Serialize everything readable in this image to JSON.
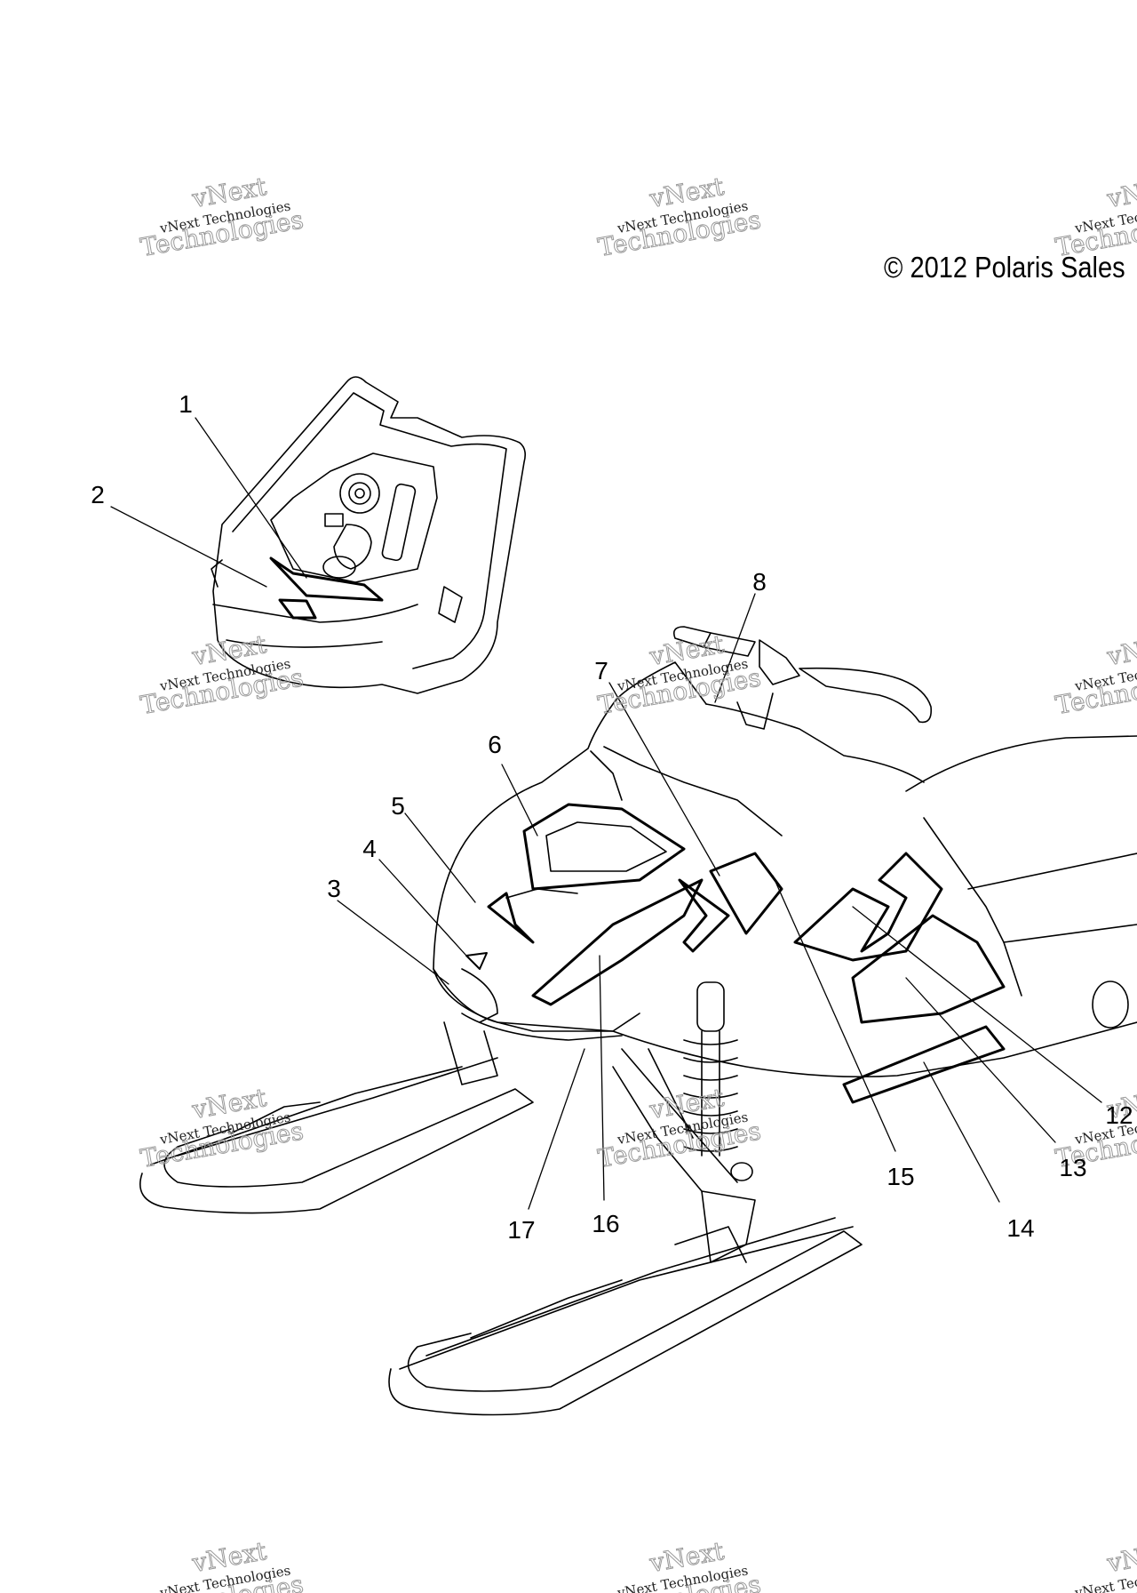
{
  "copyright": "© 2012 Polaris Sales",
  "watermark": {
    "line1": "vNext Technologies",
    "outline_top": "vNext",
    "outline_bottom": "Technologies"
  },
  "callouts": [
    {
      "id": "callout-1",
      "label": "1"
    },
    {
      "id": "callout-2",
      "label": "2"
    },
    {
      "id": "callout-3",
      "label": "3"
    },
    {
      "id": "callout-4",
      "label": "4"
    },
    {
      "id": "callout-5",
      "label": "5"
    },
    {
      "id": "callout-6",
      "label": "6"
    },
    {
      "id": "callout-7",
      "label": "7"
    },
    {
      "id": "callout-8",
      "label": "8"
    },
    {
      "id": "callout-12",
      "label": "12"
    },
    {
      "id": "callout-13",
      "label": "13"
    },
    {
      "id": "callout-14",
      "label": "14"
    },
    {
      "id": "callout-15",
      "label": "15"
    },
    {
      "id": "callout-16",
      "label": "16"
    },
    {
      "id": "callout-17",
      "label": "17"
    }
  ],
  "colors": {
    "line": "#000000",
    "watermark": "#8a8a8a"
  }
}
